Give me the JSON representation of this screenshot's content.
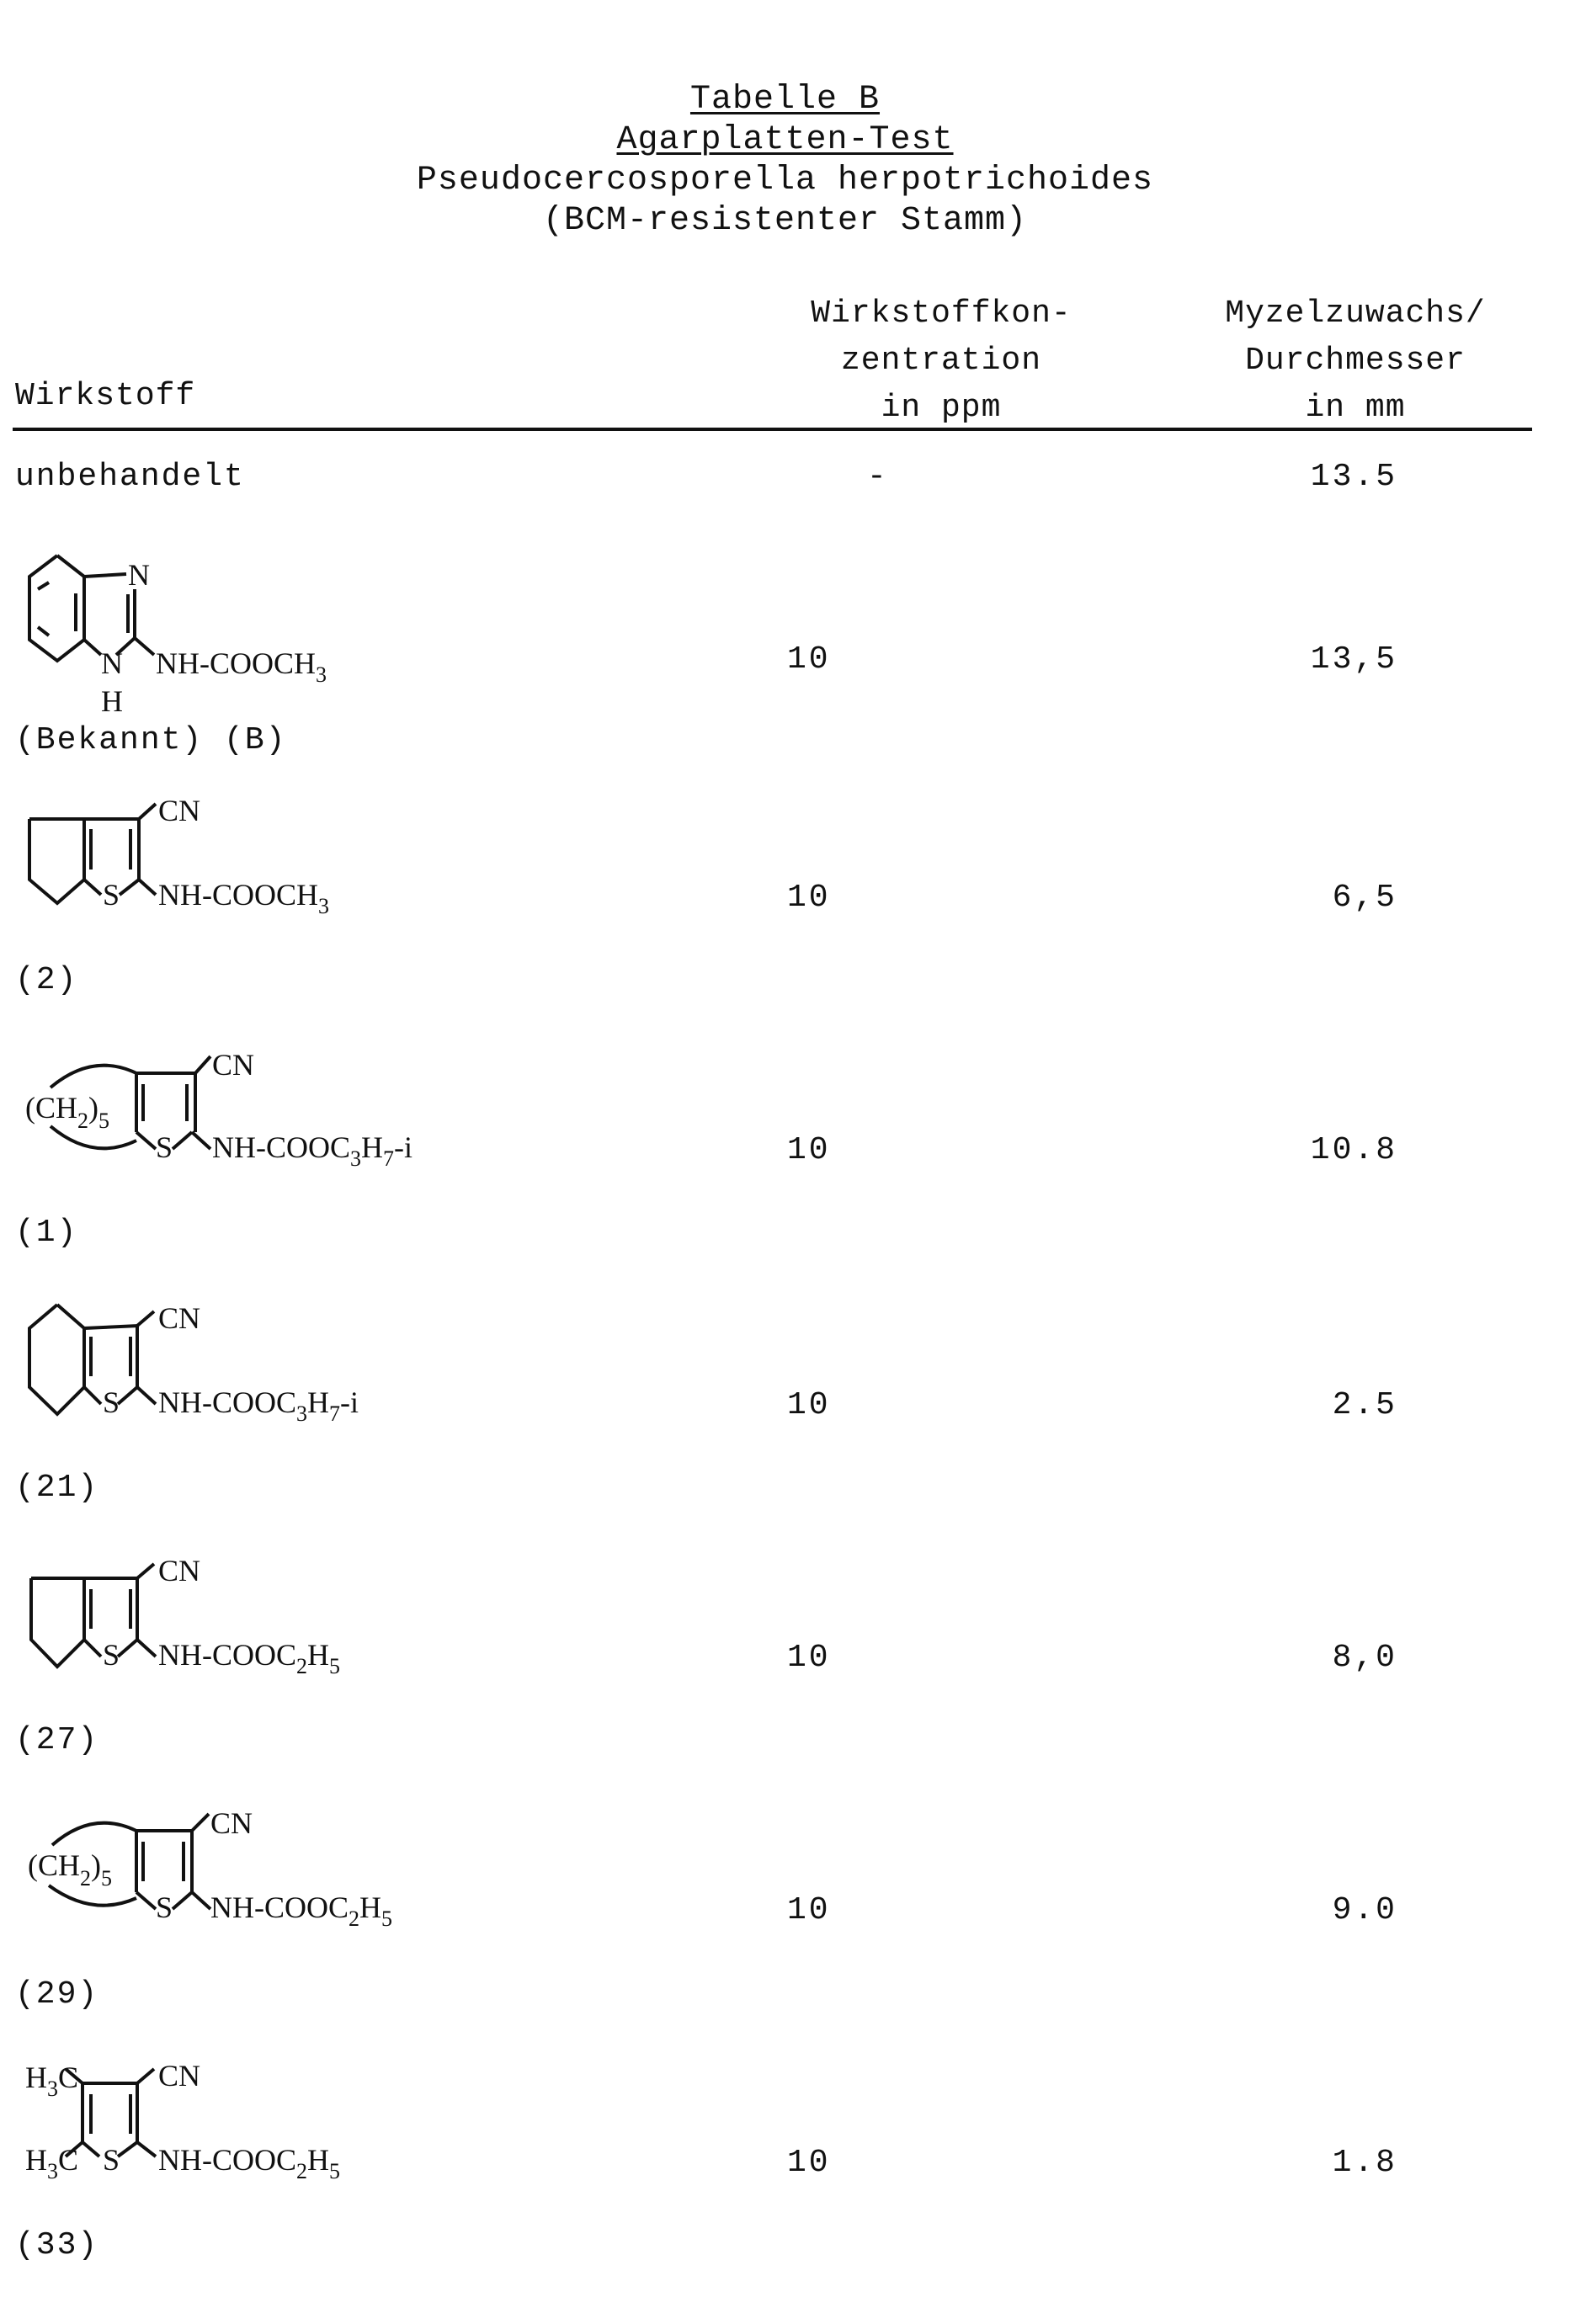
{
  "title": {
    "table": "Tabelle B",
    "test": "Agarplatten-Test",
    "organism": "Pseudocercosporella herpotrichoides",
    "strain": "(BCM-resistenter Stamm)"
  },
  "columns": {
    "wirkstoff": "Wirkstoff",
    "konzentration": [
      "Wirkstoffkon-",
      "zentration",
      "in ppm"
    ],
    "myzel": [
      "Myzelzuwachs/",
      "Durchmesser",
      "in mm"
    ]
  },
  "rows": [
    {
      "label": "unbehandelt",
      "structure": "none",
      "formula": "",
      "concentration": "-",
      "growth_mm": "13.5"
    },
    {
      "label": "(Bekannt) (B)",
      "structure": "benzimidazole",
      "formula": "NH-COOCH3",
      "concentration": "10",
      "growth_mm": "13,5"
    },
    {
      "label": "(2)",
      "structure": "cyclopenta-thiophene",
      "formula": "NH-COOCH3",
      "concentration": "10",
      "growth_mm": "6,5"
    },
    {
      "label": "(1)",
      "structure": "(CH2)5-fused-thiophene",
      "formula": "NH-COOC3H7-i",
      "concentration": "10",
      "growth_mm": "10.8"
    },
    {
      "label": "(21)",
      "structure": "tetrahydrobenzo-thiophene",
      "formula": "NH-COOC3H7-i",
      "concentration": "10",
      "growth_mm": "2.5"
    },
    {
      "label": "(27)",
      "structure": "cyclopenta-thiophene",
      "formula": "NH-COOC2H5",
      "concentration": "10",
      "growth_mm": "8,0"
    },
    {
      "label": "(29)",
      "structure": "(CH2)5-fused-thiophene",
      "formula": "NH-COOC2H5",
      "concentration": "10",
      "growth_mm": "9.0"
    },
    {
      "label": "(33)",
      "structure": "dimethyl-thiophene",
      "formula": "NH-COOC2H5",
      "concentration": "10",
      "growth_mm": "1.8"
    }
  ],
  "structure_text": {
    "cn": "CN",
    "s": "S",
    "n": "N",
    "h": "H",
    "ch2_5": "(CH2)5",
    "h3c": "H3C"
  }
}
